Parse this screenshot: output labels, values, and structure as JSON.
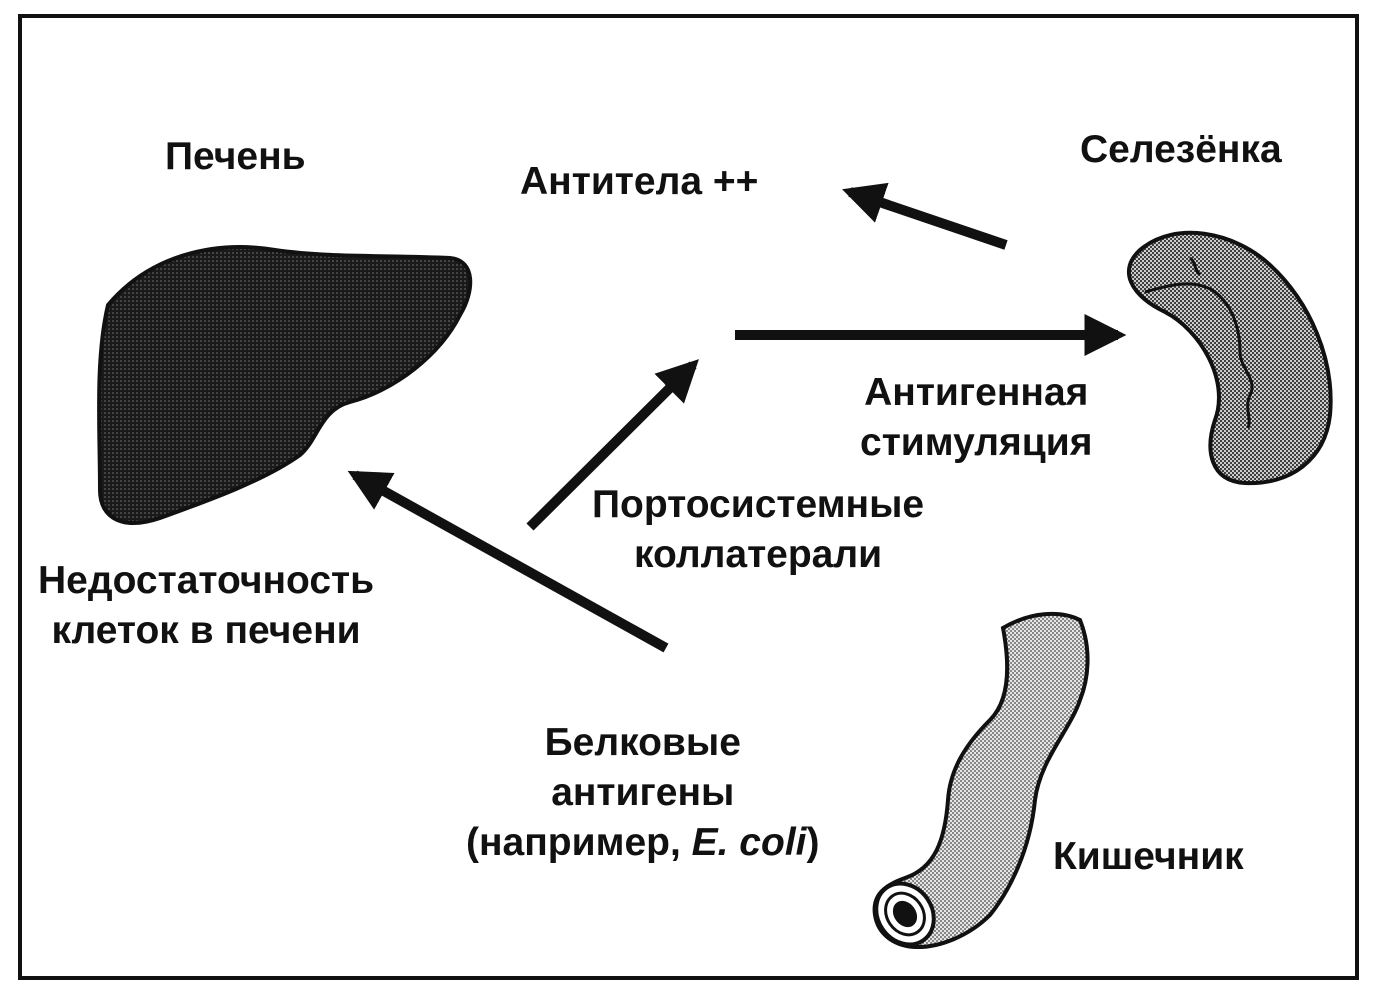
{
  "labels": {
    "liver": "Печень",
    "antibodies": "Антитела ++",
    "spleen": "Селезёнка",
    "antigenic_line1": "Антигенная",
    "antigenic_line2": "стимуляция",
    "portosystemic_line1": "Портосистемные",
    "portosystemic_line2": "коллатерали",
    "insufficiency_line1": "Недостаточность",
    "insufficiency_line2": "клеток в печени",
    "protein_line1": "Белковые",
    "protein_line2": "антигены",
    "protein_line3_prefix": "(например, ",
    "protein_line3_species": "E. coli",
    "protein_line3_suffix": ")",
    "intestine": "Кишечник"
  },
  "colors": {
    "ink": "#111111",
    "stipple_dark": "#2a2a2a",
    "stipple_light": "#8a8a8a"
  },
  "icons": [
    "liver-icon",
    "spleen-icon",
    "intestine-icon"
  ]
}
